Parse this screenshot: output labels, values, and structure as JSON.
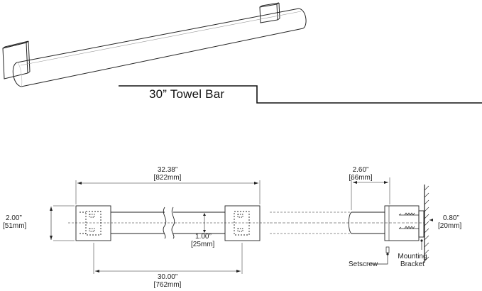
{
  "title": "30”  Towel Bar",
  "dimensions": {
    "overall_length": {
      "imperial": "32.38”",
      "metric": "[822mm]"
    },
    "bracket_height": {
      "imperial": "2.00”",
      "metric": "[51mm]"
    },
    "bar_diameter": {
      "imperial": "1.00”",
      "metric": "[25mm]"
    },
    "center_to_center": {
      "imperial": "30.00”",
      "metric": "[762mm]"
    },
    "projection": {
      "imperial": "2.60”",
      "metric": "[66mm]"
    },
    "base_depth": {
      "imperial": "0.80”",
      "metric": "[20mm]"
    }
  },
  "callouts": {
    "setscrew": "Setscrew",
    "mounting_bracket_line1": "Mounting",
    "mounting_bracket_line2": "Bracket"
  }
}
